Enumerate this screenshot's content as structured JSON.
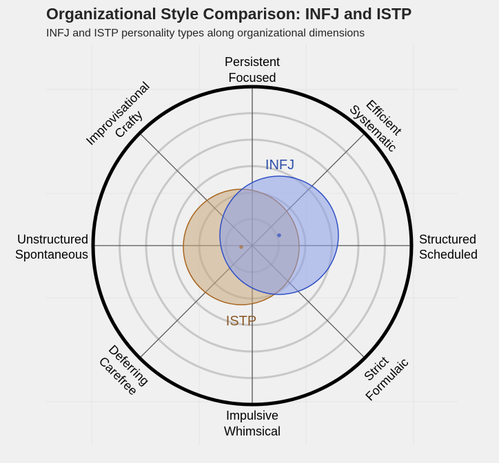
{
  "header": {
    "title": "Organizational Style Comparison: INFJ and ISTP",
    "subtitle": "INFJ and ISTP personality types along organizational dimensions"
  },
  "colors": {
    "background": "#f0f0f0",
    "infj_fill": "#8b9fe8",
    "infj_stroke": "#2e4fc4",
    "infj_text": "#2e4fa8",
    "istp_fill": "#c9a77c",
    "istp_stroke": "#a8651e",
    "istp_text": "#8b5a2b",
    "ring": "#c8c8c8",
    "outer_ring": "#000000",
    "spoke": "#555555"
  },
  "axes": {
    "top": [
      "Persistent",
      "Focused"
    ],
    "top_right": [
      "Efficient",
      "Systematic"
    ],
    "right": [
      "Structured",
      "Scheduled"
    ],
    "bottom_right": [
      "Strict",
      "Formulaic"
    ],
    "bottom": [
      "Impulsive",
      "Whimsical"
    ],
    "bottom_left": [
      "Deferring",
      "Carefree"
    ],
    "left": [
      "Unstructured",
      "Spontaneous"
    ],
    "top_left": [
      "Improvisational",
      "Crafty"
    ]
  },
  "series": {
    "infj": {
      "label": "INFJ"
    },
    "istp": {
      "label": "ISTP"
    }
  },
  "chart_data": {
    "type": "scatter",
    "title": "Organizational Style Comparison: INFJ and ISTP",
    "subtitle": "INFJ and ISTP personality types along organizational dimensions",
    "xlabel": "",
    "ylabel": "",
    "xlim": [
      -6,
      6
    ],
    "ylim": [
      -6,
      6
    ],
    "grid": true,
    "rings": [
      1,
      2,
      3,
      4,
      5,
      6
    ],
    "axes_labels": {
      "x_positive": "Structured / Scheduled",
      "x_negative": "Unstructured / Spontaneous",
      "y_positive": "Persistent / Focused",
      "y_negative": "Impulsive / Whimsical",
      "diag_upper_right": "Efficient / Systematic",
      "diag_upper_left": "Improvisational / Crafty",
      "diag_lower_left": "Deferring / Carefree",
      "diag_lower_right": "Strict / Formulaic"
    },
    "series": [
      {
        "name": "INFJ",
        "x": 1.0,
        "y": 0.4,
        "radius": 2.2,
        "color": "#2e4fc4"
      },
      {
        "name": "ISTP",
        "x": -0.4,
        "y": -0.05,
        "radius": 2.2,
        "color": "#a8651e"
      }
    ],
    "legend": "none (labels placed at circle edges)"
  }
}
